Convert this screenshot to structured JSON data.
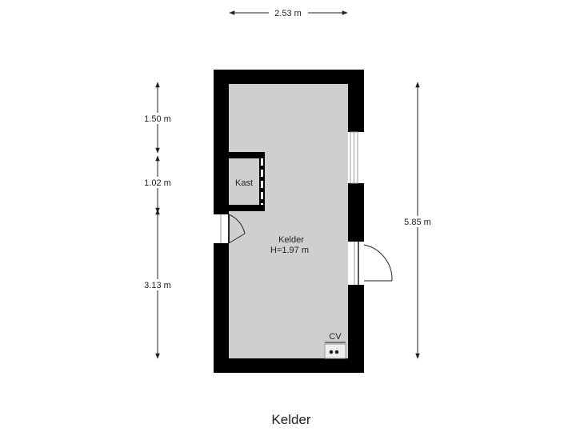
{
  "floor_name": "Kelder",
  "dimensions": {
    "width": "2.53 m",
    "height_total": "5.85 m",
    "segment_top": "1.50 m",
    "segment_middle": "1.02 m",
    "segment_bottom": "3.13 m"
  },
  "rooms": {
    "main": {
      "name": "Kelder",
      "height": "H=1.97 m"
    },
    "closet": {
      "name": "Kast"
    }
  },
  "fixtures": {
    "boiler_label": "CV"
  },
  "colors": {
    "wall": "#000000",
    "floor": "#cfcfcf",
    "dimension_line": "#222222",
    "window_frame": "#9a9a9a"
  }
}
